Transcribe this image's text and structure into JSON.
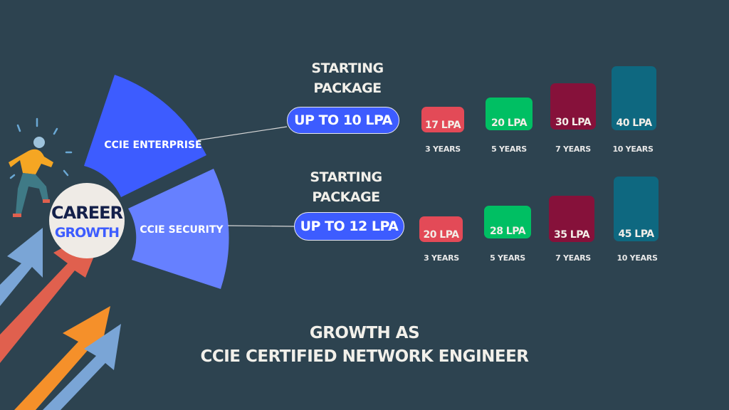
{
  "colors": {
    "background": "#2d4350",
    "enterprise": "#3d5cff",
    "security": "#6680ff",
    "year3": "#e34a57",
    "year5": "#00bf63",
    "year7": "#86113a",
    "year10": "#0e6880"
  },
  "center": {
    "line1": "CAREER",
    "line2": "GROWTH"
  },
  "tracks": [
    {
      "name": "CCIE ENTERPRISE",
      "heading": [
        "STARTING",
        "PACKAGE"
      ],
      "package": "UP TO 10 LPA",
      "bars": [
        {
          "label": "17 LPA",
          "value": 17,
          "years": "3 YEARS"
        },
        {
          "label": "20 LPA",
          "value": 20,
          "years": "5 YEARS"
        },
        {
          "label": "30 LPA",
          "value": 30,
          "years": "7 YEARS"
        },
        {
          "label": "40 LPA",
          "value": 40,
          "years": "10 YEARS"
        }
      ]
    },
    {
      "name": "CCIE SECURITY",
      "heading": [
        "STARTING",
        "PACKAGE"
      ],
      "package": "UP TO 12 LPA",
      "bars": [
        {
          "label": "20 LPA",
          "value": 20,
          "years": "3 YEARS"
        },
        {
          "label": "28 LPA",
          "value": 28,
          "years": "5 YEARS"
        },
        {
          "label": "35 LPA",
          "value": 35,
          "years": "7 YEARS"
        },
        {
          "label": "45 LPA",
          "value": 45,
          "years": "10 YEARS"
        }
      ]
    }
  ],
  "footer": {
    "line1": "GROWTH AS",
    "line2": "CCIE CERTIFIED NETWORK ENGINEER"
  }
}
